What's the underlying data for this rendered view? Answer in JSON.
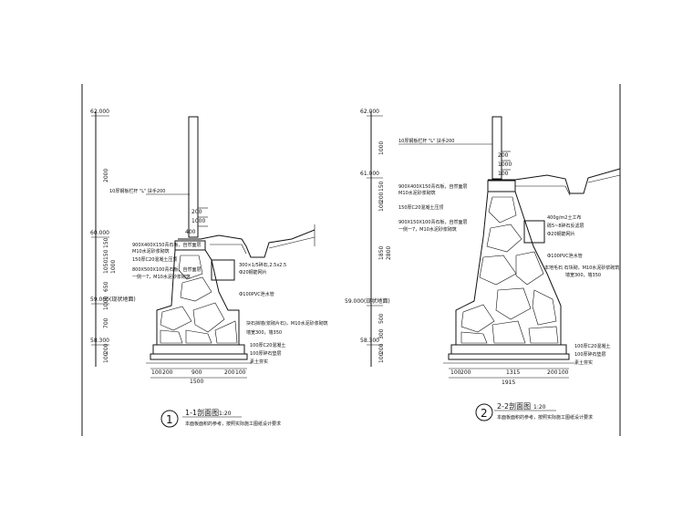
{
  "section1": {
    "number": "1",
    "title": "1-1剖面图",
    "scale": "1:20",
    "note": "本面板面积的参考，按照实际施工图纸设计要求",
    "elevations": [
      "62.000",
      "60.000",
      "59.000(现状地面)",
      "58.300"
    ],
    "vertical_dims": [
      "2000",
      "150",
      "150",
      "1050",
      "1000",
      "650",
      "1000",
      "700",
      "200",
      "100"
    ],
    "top_dims": [
      "200",
      "1000",
      "400"
    ],
    "bottom_dims": [
      "100",
      "200",
      "900",
      "200",
      "100"
    ],
    "total_width": "1500",
    "notes": [
      "10厚钢板栏杆 \"L\" 扶手200",
      "900X400X150青石板，自然面层",
      "M10水泥砂浆砌筑",
      "150厚C20混凝土压顶",
      "800X500X100青石板，自然面层",
      "一侧一7，M10水泥砂浆砌筑",
      "300×1/5碎石,2.5x2.5",
      "Ф20钢筋网片",
      "Ф100PVC泄水管",
      "块石挡墙(浆砌片石)，M10水泥砂浆砌筑",
      "墙宽300，墙350",
      "100厚C20混凝土",
      "100厚碎石垫层",
      "素土夯实"
    ]
  },
  "section2": {
    "number": "2",
    "title": "2-2剖面图",
    "scale": "1:20",
    "note": "本面板面积的参考，按照实际施工图纸设计要求",
    "elevations": [
      "62.000",
      "61.000",
      "59.000(现状地面)",
      "58.300"
    ],
    "vertical_dims": [
      "1000",
      "150",
      "200",
      "100",
      "1850",
      "2800",
      "500",
      "300",
      "200",
      "100"
    ],
    "top_dims": [
      "200",
      "1000",
      "100"
    ],
    "bottom_dims": [
      "100",
      "200",
      "1315",
      "200",
      "100"
    ],
    "total_width": "1915",
    "notes": [
      "10厚钢板栏杆 \"L\" 扶手200",
      "900X400X150青石板，自然面层",
      "M10水泥砂浆砌筑",
      "150厚C20混凝土压顶",
      "900X150X100青石板，自然面层",
      "一侧一7，M10水泥砂浆砌筑",
      "400g/m2土工布",
      "砾5~8碎石反滤层",
      "Ф20钢筋网片",
      "Ф100PVC泄水管",
      "本地毛石 石块砌，M10水泥砂浆砌筑",
      "墙宽300，墙350",
      "100厚C20混凝土",
      "100厚碎石垫层",
      "素土夯实"
    ]
  }
}
